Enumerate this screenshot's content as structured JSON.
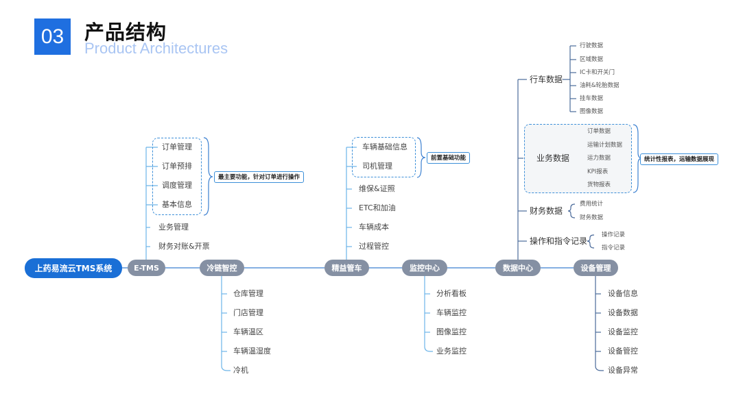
{
  "header": {
    "number": "03",
    "title": "产品结构",
    "subtitle": "Product Architectures"
  },
  "root": "上药易流云TMS系统",
  "modules": {
    "etms": {
      "label": "E-TMS",
      "group_items": [
        "订单管理",
        "订单预排",
        "调度管理",
        "基本信息"
      ],
      "note": "最主要功能，针对订单进行操作",
      "items": [
        "业务管理",
        "财务对账&开票"
      ]
    },
    "cold": {
      "label": "冷链智控",
      "items": [
        "仓库管理",
        "门店管理",
        "车辆温区",
        "车辆温湿度",
        "冷机"
      ]
    },
    "fleet": {
      "label": "精益管车",
      "group_items": [
        "车辆基础信息",
        "司机管理"
      ],
      "note": "前置基础功能",
      "items": [
        "维保&证照",
        "ETC和加油",
        "车辆成本",
        "过程管控"
      ]
    },
    "monitor": {
      "label": "监控中心",
      "items": [
        "分析看板",
        "车辆监控",
        "图像监控",
        "业务监控"
      ]
    },
    "data": {
      "label": "数据中心",
      "driving": {
        "label": "行车数据",
        "items": [
          "行驶数据",
          "区域数据",
          "IC卡和开关门",
          "油耗&轮胎数据",
          "挂车数据",
          "图像数据"
        ]
      },
      "business": {
        "label": "业务数据",
        "items": [
          "订单数据",
          "运输计划数据",
          "运力数据",
          "KPI报表",
          "货物报表"
        ]
      },
      "note": "统计性报表，运输数据展现",
      "finance": {
        "label": "财务数据",
        "items": [
          "费用统计",
          "财务数据"
        ]
      },
      "ops": {
        "label": "操作和指令记录",
        "items": [
          "操作记录",
          "指令记录"
        ]
      }
    },
    "device": {
      "label": "设备管理",
      "items": [
        "设备信息",
        "设备数据",
        "设备监控",
        "设备管控",
        "设备异常"
      ]
    }
  }
}
